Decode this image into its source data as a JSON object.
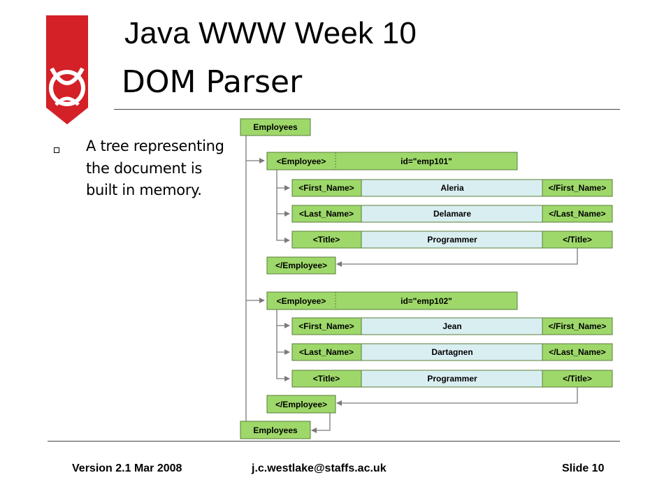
{
  "slide": {
    "title": "Java WWW Week 10",
    "subtitle": "DOM Parser",
    "bullets": [
      "A tree representing the document is built in memory."
    ],
    "footer": {
      "version": "Version 2.1 Mar 2008",
      "email": "j.c.westlake@staffs.ac.uk",
      "slide_number": "Slide 10"
    }
  },
  "diagram": {
    "root_open": "Employees",
    "employees": [
      {
        "open": "<Employee>",
        "attr": "id=\"emp101\"",
        "fields": [
          {
            "open": "<First_Name>",
            "value": "Aleria",
            "close": "</First_Name>"
          },
          {
            "open": "<Last_Name>",
            "value": "Delamare",
            "close": "</Last_Name>"
          },
          {
            "open": "<Title>",
            "value": "Programmer",
            "close": "</Title>"
          }
        ],
        "close": "</Employee>"
      },
      {
        "open": "<Employee>",
        "attr": "id=\"emp102\"",
        "fields": [
          {
            "open": "<First_Name>",
            "value": "Jean",
            "close": "</First_Name>"
          },
          {
            "open": "<Last_Name>",
            "value": "Dartagnen",
            "close": "</Last_Name>"
          },
          {
            "open": "<Title>",
            "value": "Programmer",
            "close": "</Title>"
          }
        ],
        "close": "</Employee>"
      }
    ],
    "root_close": "Employees"
  },
  "colors": {
    "logo_red": "#d42027",
    "node_green": "#9ed86a",
    "value_blue": "#d9eef1",
    "line_gray": "#7a7a7a"
  }
}
